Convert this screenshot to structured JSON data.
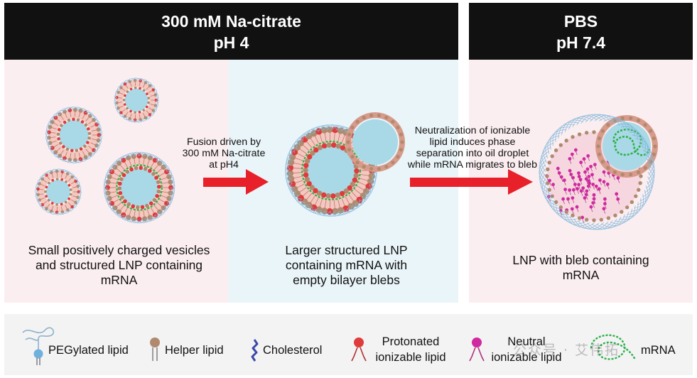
{
  "headers": {
    "left_line1": "300 mM Na-citrate",
    "left_line2": "pH 4",
    "right_line1": "PBS",
    "right_line2": "pH 7.4"
  },
  "captions": {
    "panel1": "Small positively charged vesicles\nand structured LNP containing\nmRNA",
    "panel2": "Larger structured LNP\ncontaining mRNA with\nempty bilayer blebs",
    "panel3": "LNP with bleb containing\nmRNA"
  },
  "arrows": {
    "arrow1_label": "Fusion driven by\n300 mM Na-citrate\nat pH4",
    "arrow2_label": "Neutralization of ionizable\nlipid induces phase\nseparation into oil droplet\nwhile mRNA migrates to bleb"
  },
  "legend": {
    "peg": "PEGylated lipid",
    "helper": "Helper lipid",
    "cholesterol": "Cholesterol",
    "protonated": "Protonated\nionizable lipid",
    "neutral": "Neutral\nionizable lipid",
    "mrna": "mRNA"
  },
  "watermark": "公众号 · 艾伟拓",
  "colors": {
    "header_bg": "#111111",
    "panel_pink": "#fbeef1",
    "panel_blue": "#eaf5f9",
    "arrow_red": "#e8202a",
    "core_blue": "#a9d9e6",
    "helper_brown": "#b08a6e",
    "protonated_red": "#e03b3b",
    "neutral_magenta": "#d02aa0",
    "mrna_green": "#2fb04a",
    "peg_blue": "#7fb6d8"
  }
}
